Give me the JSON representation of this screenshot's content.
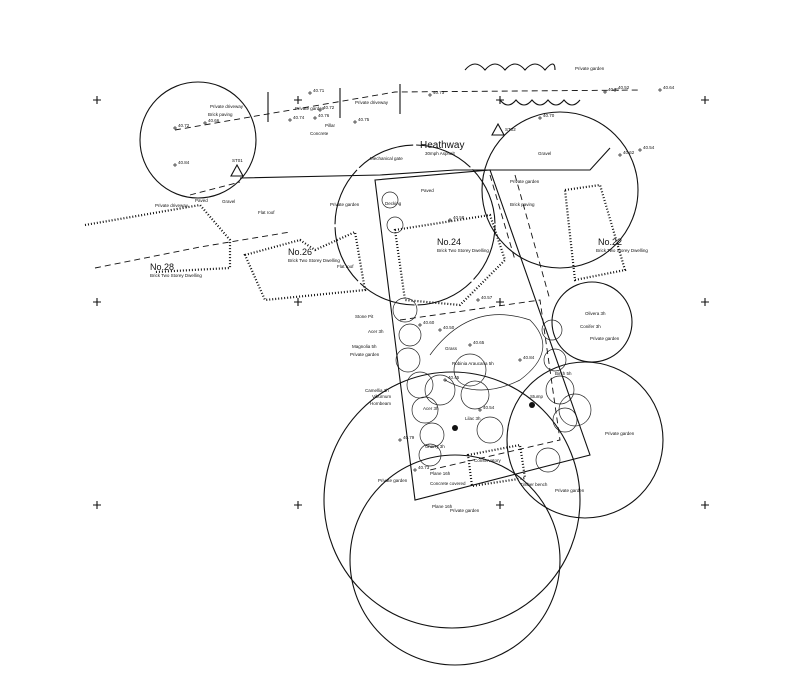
{
  "drawing": {
    "road": {
      "name": "Heathway",
      "surface": "30mph Asphalt"
    },
    "houses": [
      {
        "name": "No.28",
        "desc": "Brick Two Storey Dwelling"
      },
      {
        "name": "No.26",
        "desc": "Brick Two Storey Dwelling"
      },
      {
        "name": "No.24",
        "desc": "Brick Two Storey Dwelling"
      },
      {
        "name": "No.22",
        "desc": "Brick Two Storey Dwelling"
      }
    ],
    "labels": {
      "private_garden": "Private garden",
      "private_driveway": "Private driveway",
      "brick_paving": "Brick paving",
      "paved": "Paved",
      "gravel": "Gravel",
      "flat_roof": "Flat roof",
      "grass": "Grass",
      "conservatory": "Conservatory",
      "timber_bench": "Timber bench",
      "concrete_covered": "Concrete covered",
      "concrete": "Concrete",
      "pillar": "Pillar",
      "mechanical_gate": "Mechanical gate",
      "decking": "Decking"
    },
    "trees": [
      "Stone Pit",
      "Acer 3h",
      "Magnolia 5h",
      "Camellia 3h",
      "Viburnum",
      "Hornbeam",
      "Cherry 3h",
      "Acer 3h",
      "Plane 16h",
      "Plane 16h",
      "Conifer 3h",
      "Olivera 3h",
      "Stump",
      "Birch 5h",
      "Robinia Araucaria 5h",
      "Lilac 3h"
    ],
    "stations": [
      "ST01",
      "ST02"
    ],
    "levels": [
      "40.72",
      "40.66",
      "40.84",
      "40.72",
      "40.71",
      "40.76",
      "40.74",
      "40.75",
      "40.73",
      "40.70",
      "40.71",
      "40.52",
      "40.64",
      "40.54",
      "40.62",
      "40.58",
      "40.60",
      "40.50",
      "40.65",
      "40.57",
      "40.45",
      "40.79",
      "40.73",
      "40.54",
      "40.84"
    ]
  }
}
